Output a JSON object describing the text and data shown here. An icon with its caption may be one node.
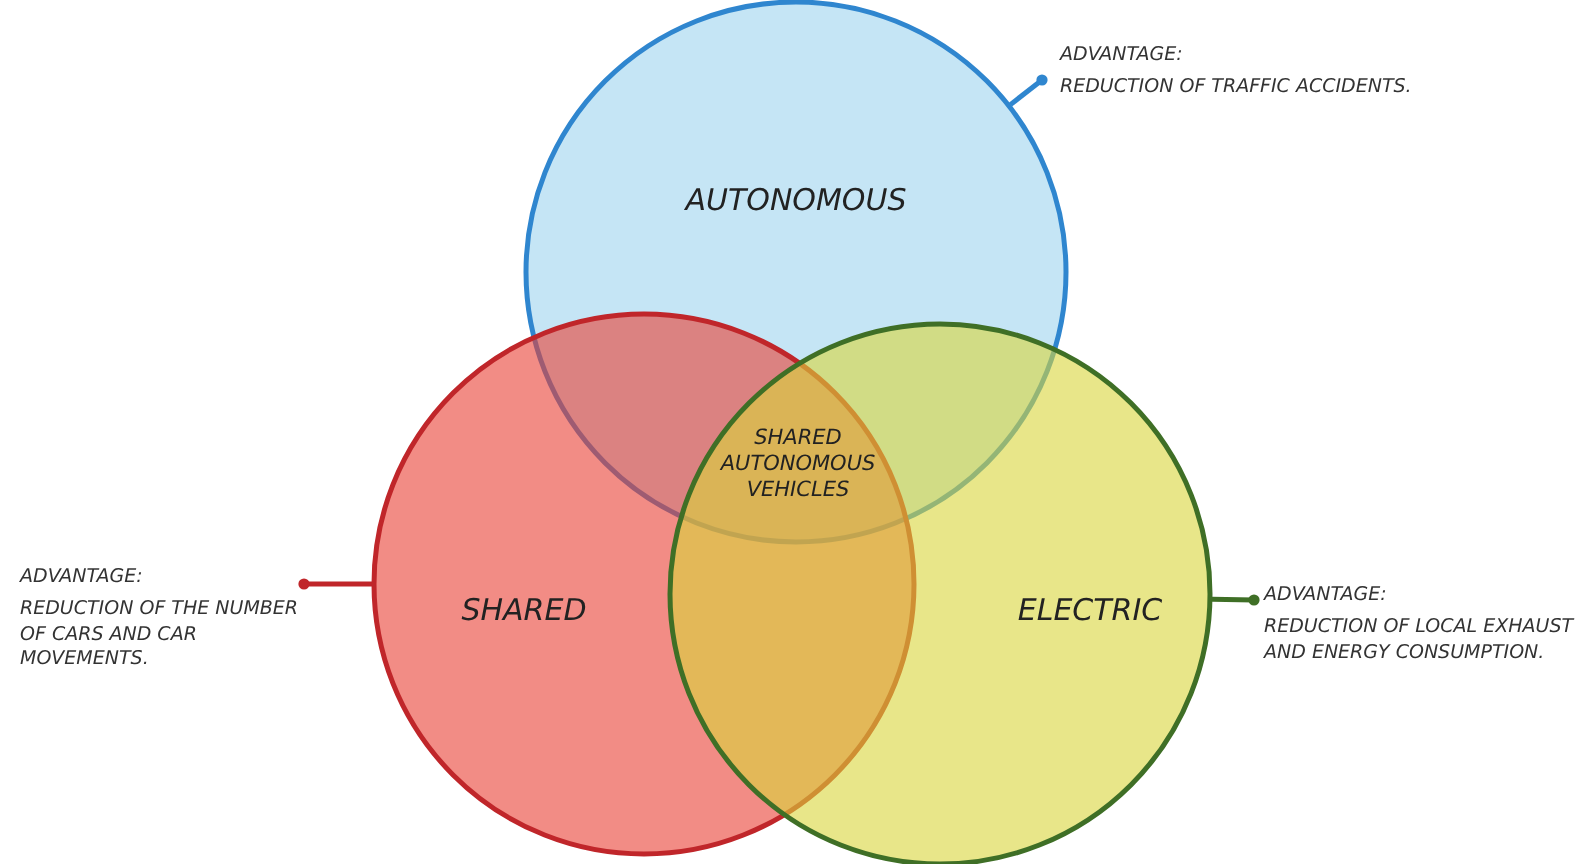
{
  "diagram": {
    "nodes": [
      {
        "text": [
          "AUTONOMOUS"
        ]
      },
      {
        "text": [
          "SHARED"
        ]
      },
      {
        "text": [
          "ELECTRIC"
        ]
      },
      {
        "text": [
          "SHARED AUTONOMOUS VEHICLES"
        ]
      },
      {
        "text": [
          "ADVANTAGE:",
          "REDUCTION OF TRAFFIC ACCIDENTS."
        ]
      },
      {
        "text": [
          "ADVANTAGE:",
          "REDUCTION OF THE NUMBER OF CARS AND CAR MOVEMENTS."
        ]
      },
      {
        "text": [
          "ADVANTAGE:",
          "REDUCTION OF LOCAL EXHAUST AND ENERGY CONSUMPTION."
        ]
      }
    ],
    "edges": [
      {
        "from": 4,
        "to": 0,
        "arrow": "other",
        "color": "#2f86cf"
      },
      {
        "from": 5,
        "to": 1,
        "arrow": "other",
        "color": "#c0262a"
      },
      {
        "from": 6,
        "to": 2,
        "arrow": "other",
        "color": "#3f6f26"
      }
    ]
  }
}
